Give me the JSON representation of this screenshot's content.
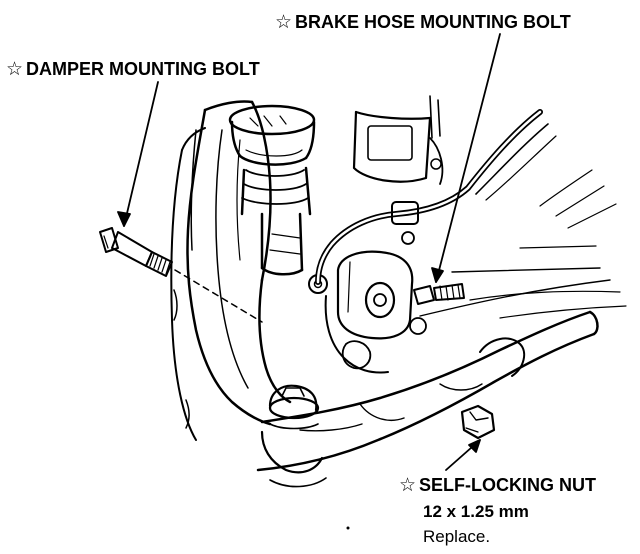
{
  "callouts": {
    "star_symbol": "☆",
    "damper_bolt": "DAMPER MOUNTING BOLT",
    "brake_hose_bolt": "BRAKE HOSE MOUNTING BOLT",
    "self_locking_nut": "SELF-LOCKING NUT",
    "nut_spec": "12 x 1.25 mm",
    "nut_note": "Replace."
  },
  "colors": {
    "ink": "#000000",
    "paper": "#ffffff"
  }
}
